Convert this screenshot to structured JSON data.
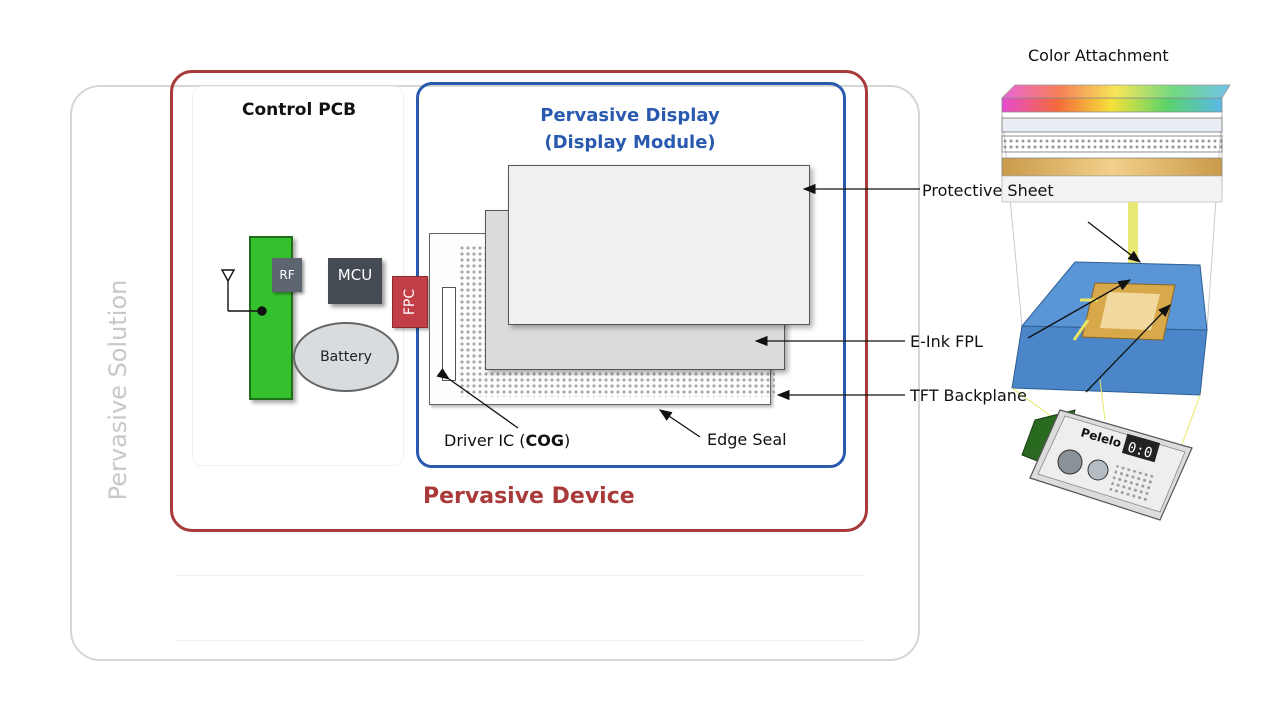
{
  "diagram": {
    "solution_label": "Pervasive Solution",
    "device_label": "Pervasive Device",
    "pcb": {
      "title": "Control PCB",
      "rf_label": "RF",
      "mcu_label": "MCU",
      "battery_label": "Battery",
      "fpc_label": "FPC"
    },
    "display": {
      "title_line1": "Pervasive Display",
      "title_line2": "(Display Module)",
      "driver_ic_prefix": "Driver IC (",
      "driver_ic_bold": "COG",
      "driver_ic_suffix": ")",
      "edge_seal_label": "Edge Seal"
    },
    "exploded": {
      "color_attachment_label": "Color Attachment",
      "protective_sheet_label": "Protective Sheet",
      "eink_fpl_label": "E-Ink FPL",
      "tft_backplane_label": "TFT Backplane",
      "device_text": "Pelelo",
      "device_number": "0:0"
    },
    "colors": {
      "device_border": "#a93a3a",
      "display_border": "#2a5ab0",
      "solution_border": "#d8d6d0",
      "pcb_green": "#35c12e",
      "fpc_red": "#c33f48",
      "fpl_blue": "#4a86c8"
    }
  }
}
